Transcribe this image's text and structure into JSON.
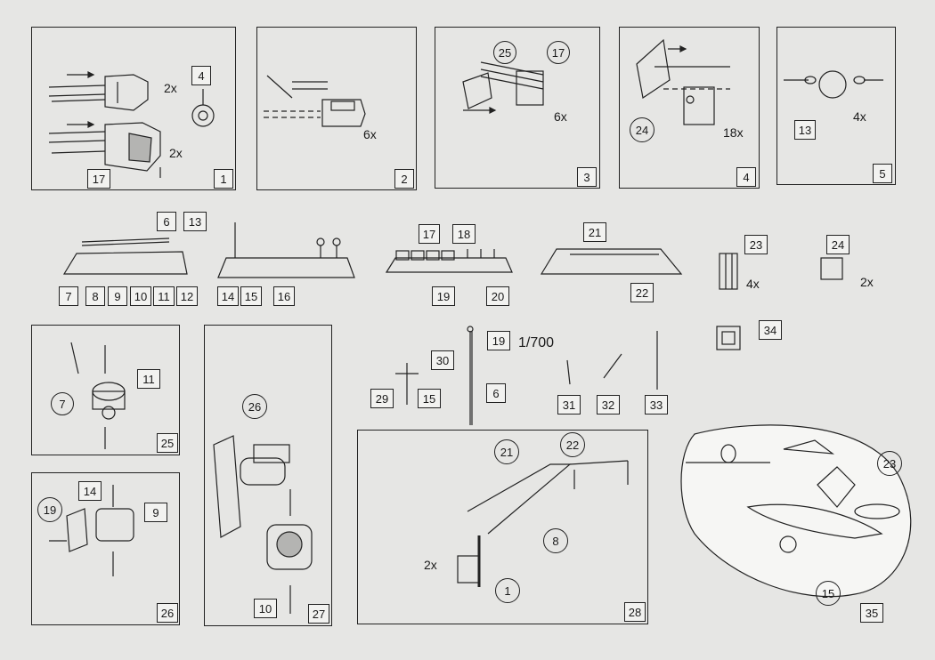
{
  "steps": {
    "s1": "1",
    "s2": "2",
    "s3": "3",
    "s4": "4",
    "s5": "5",
    "s25": "25",
    "s26": "26",
    "s27": "27",
    "s28": "28",
    "s35": "35"
  },
  "parts": {
    "p4": "4",
    "p17a": "17",
    "p25": "25",
    "p17b": "17",
    "p24a": "24",
    "p13": "13",
    "p6a": "6",
    "p13b": "13",
    "p7": "7",
    "p8": "8",
    "p9": "9",
    "p10": "10",
    "p11": "11",
    "p12": "12",
    "p14": "14",
    "p15": "15",
    "p16": "16",
    "p17c": "17",
    "p18": "18",
    "p19": "19",
    "p20": "20",
    "p21": "21",
    "p22": "22",
    "p23": "23",
    "p24b": "24",
    "p34": "34",
    "p11b": "11",
    "p7b": "7",
    "p26": "26",
    "p19b": "19",
    "p14b": "14",
    "p9b": "9",
    "p10b": "10",
    "p30": "30",
    "p19c": "19",
    "p29": "29",
    "p15b": "15",
    "p6b": "6",
    "p31": "31",
    "p32": "32",
    "p33": "33",
    "p21b": "21",
    "p22b": "22",
    "p8b": "8",
    "p1": "1",
    "p23b": "23",
    "p15c": "15"
  },
  "quantities": {
    "q1a": "2x",
    "q1b": "2x",
    "q2": "6x",
    "q3": "6x",
    "q4": "18x",
    "q5": "4x",
    "q23": "4x",
    "q24": "2x",
    "q28": "2x"
  },
  "scale": "1/700"
}
